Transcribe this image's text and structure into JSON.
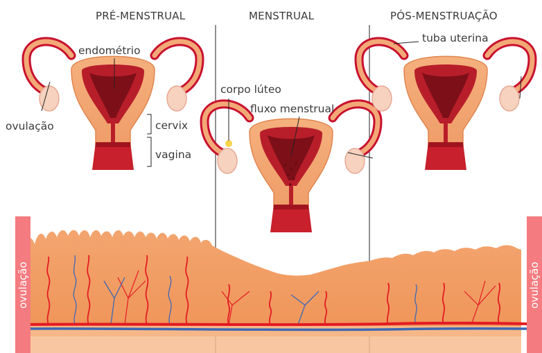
{
  "phases": {
    "pre": "PRÉ-MENSTRUAL",
    "menstrual": "MENSTRUAL",
    "post": "PÓS-MENSTRUAÇÃO"
  },
  "labels": {
    "endometrio": "endométrio",
    "ovulacao": "ovulação",
    "cervix": "cervix",
    "vagina": "vagina",
    "corpo_luteo": "corpo lúteo",
    "fluxo_menstrual": "fluxo menstrual",
    "tuba_uterina": "tuba uterina"
  },
  "side_bars": {
    "left": "ovulação",
    "right": "ovulação"
  },
  "colors": {
    "uterus_outer": "#f0a270",
    "uterus_inner": "#b81e2a",
    "tissue": "#f09a62",
    "tissue_light": "#f6b88c",
    "artery": "#e31b23",
    "vein": "#3d68b5",
    "ovulation_bar": "#f47b80"
  }
}
